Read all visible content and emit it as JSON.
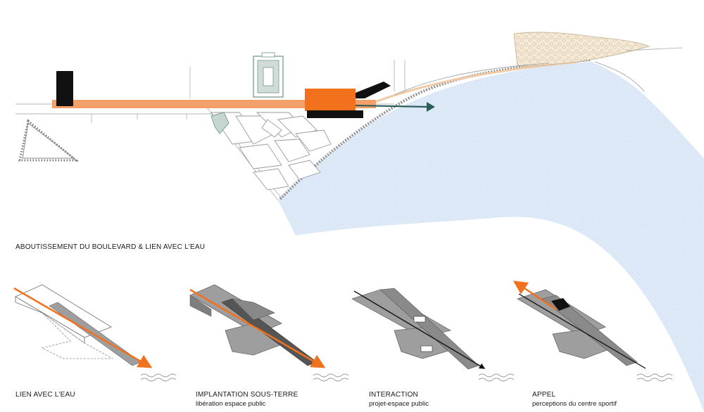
{
  "main_caption": "ABOUTISSEMENT DU BOULEVARD & LIEN AVEC L'EAU",
  "panels": [
    {
      "title": "LIEN AVEC L'EAU",
      "subtitle": ""
    },
    {
      "title": "IMPLANTATION SOUS-TERRE",
      "subtitle": "libération espace public"
    },
    {
      "title": "INTERACTION",
      "subtitle": "projet-espace public"
    },
    {
      "title": "APPEL",
      "subtitle": "perceptions du centre sportif"
    }
  ],
  "colors": {
    "boulevard": "#f4a06a",
    "building": "#f2711c",
    "water": "#dde9f6",
    "arrow": "#2c5f5a",
    "tree_zone": "#f6ead6",
    "platform": "#9e9e9e"
  }
}
